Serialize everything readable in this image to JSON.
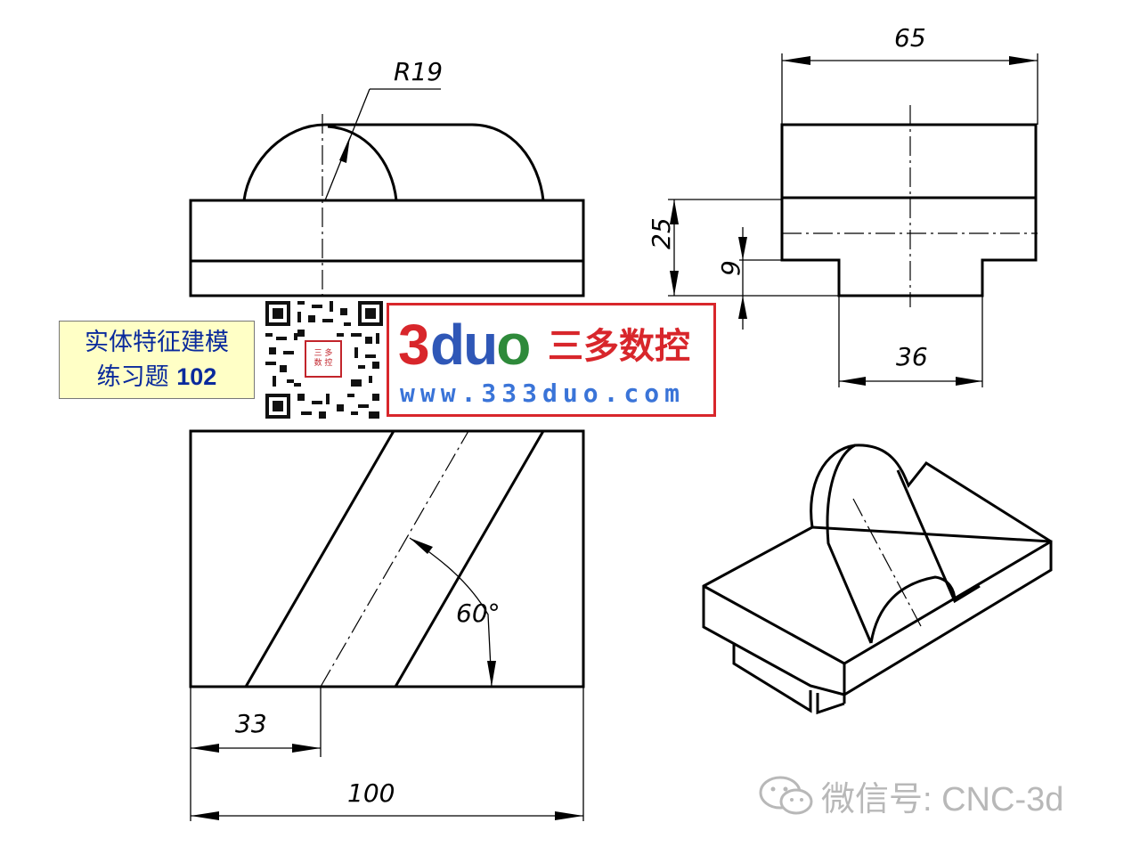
{
  "title_box": {
    "line1": "实体特征建模",
    "line2_text": "练习题 ",
    "line2_number": "102"
  },
  "qr": {
    "center_line1": "三 多",
    "center_line2": "数 控"
  },
  "logo": {
    "mark_3": "3",
    "mark_d": "d",
    "mark_u": "u",
    "mark_o": "o",
    "chinese": "三多数控",
    "url": "www.333duo.com",
    "colors": {
      "red": "#d8262b",
      "blue": "#2f57b7",
      "green": "#2e8a3a",
      "url_blue": "#3a74d8"
    }
  },
  "dimensions": {
    "radius": "R19",
    "width_side": "65",
    "height_total": "25",
    "step_height": "9",
    "slot_width": "36",
    "angle": "60°",
    "offset": "33",
    "length": "100"
  },
  "watermark": {
    "text": "微信号: CNC-3d",
    "icon": "wechat-icon"
  }
}
